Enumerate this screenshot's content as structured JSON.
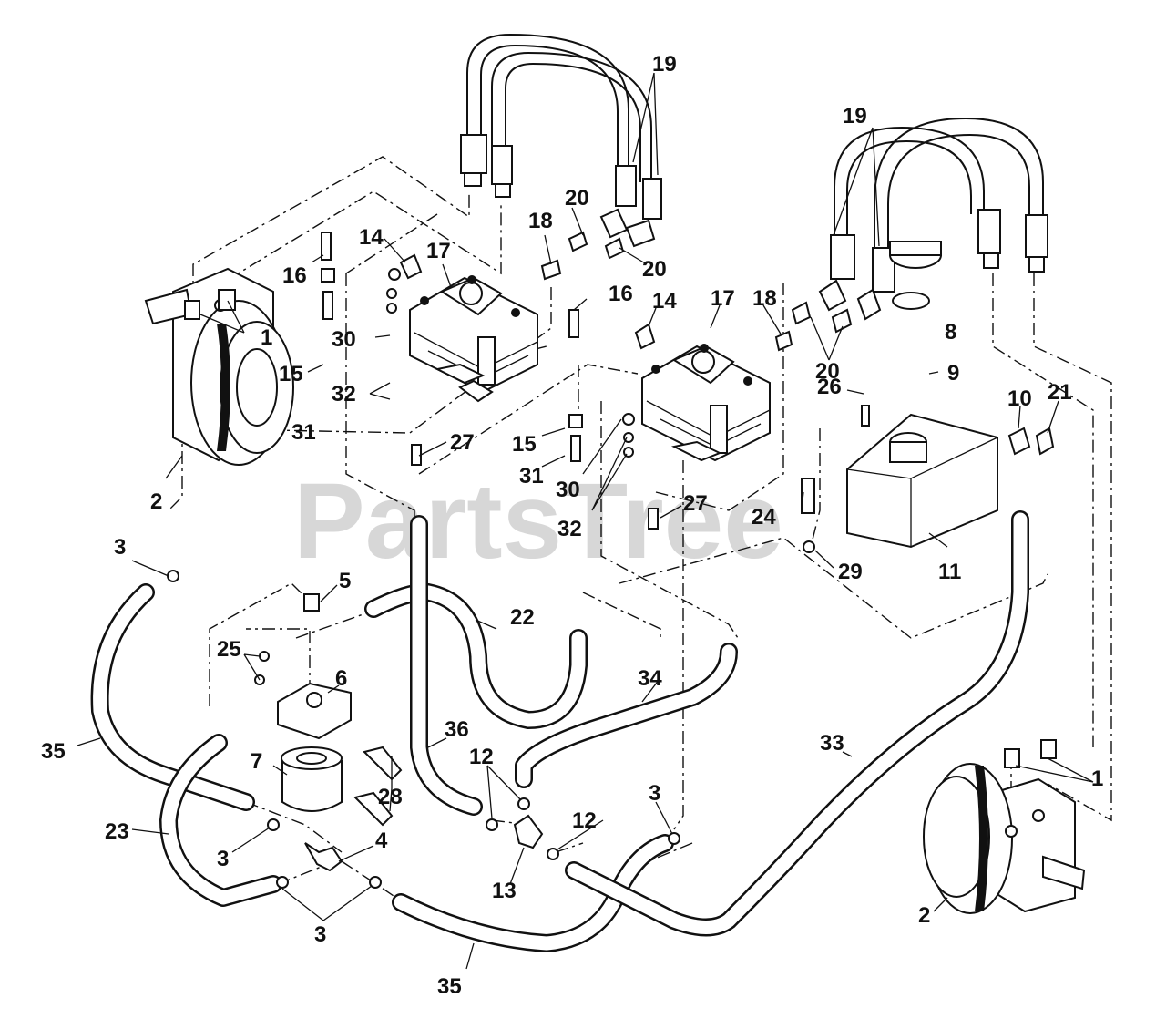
{
  "watermark": "PartsTree",
  "callouts": [
    "19",
    "19",
    "20",
    "20",
    "18",
    "17",
    "14",
    "16",
    "1",
    "15",
    "30",
    "32",
    "31",
    "27",
    "2",
    "16",
    "14",
    "17",
    "18",
    "20",
    "8",
    "9",
    "10",
    "21",
    "26",
    "15",
    "31",
    "30",
    "32",
    "27",
    "24",
    "29",
    "11",
    "3",
    "5",
    "22",
    "25",
    "6",
    "34",
    "36",
    "35",
    "12",
    "33",
    "1",
    "3",
    "12",
    "7",
    "28",
    "23",
    "3",
    "4",
    "13",
    "3",
    "35",
    "2"
  ]
}
